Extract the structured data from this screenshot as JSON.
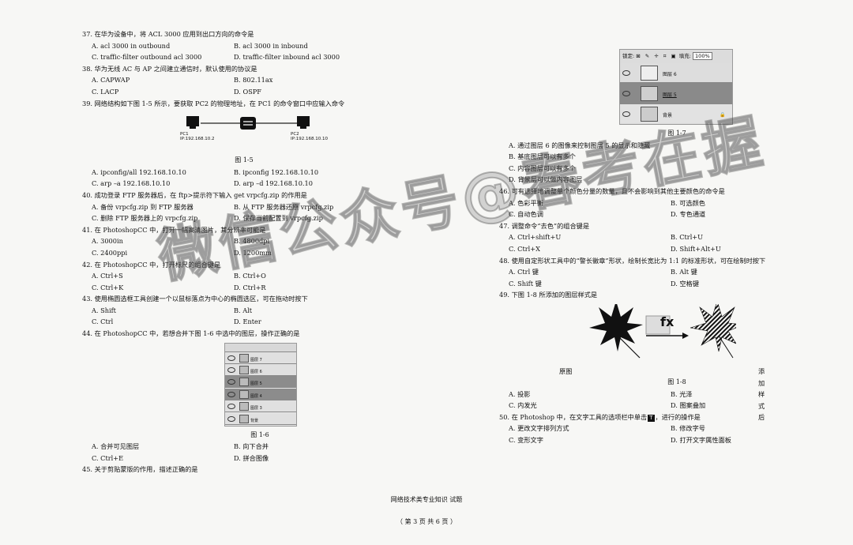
{
  "q37": {
    "stem": "37. 在华为设备中，将 ACL 3000 应用到出口方向的命令是",
    "a": "A. acl 3000 in outbound",
    "b": "B. acl 3000 in inbound",
    "c": "C. traffic-filter outbound acl 3000",
    "d": "D. traffic-filter inbound acl 3000"
  },
  "q38": {
    "stem": "38. 华为无线 AC 与 AP 之间建立通信时，默认使用的协议是",
    "a": "A. CAPWAP",
    "b": "B. 802.11ax",
    "c": "C. LACP",
    "d": "D. OSPF"
  },
  "q39": {
    "stem": "39. 网络结构如下图 1-5 所示，要获取 PC2 的物理地址，在 PC1 的命令窗口中应输入命令",
    "a": "A. ipconfig/all 192.168.10.10",
    "b": "B. ipconfig 192.168.10.10",
    "c": "C. arp –a 192.168.10.10",
    "d": "D. arp –d 192.168.10.10"
  },
  "fig15": {
    "pc1": "PC1",
    "pc1_ip": "IP:192.168.10.2",
    "pc2": "PC2",
    "pc2_ip": "IP:192.168.10.10",
    "caption": "图 1-5"
  },
  "q40": {
    "stem": "40. 成功登录 FTP 服务器后，在 ftp>提示符下输入 get vrpcfg.zip 的作用是",
    "a": "A. 备份 vrpcfg.zip 到 FTP 服务器",
    "b": "B. 从 FTP 服务器还原 vrpcfg.zip",
    "c": "C. 删除 FTP 服务器上的 vrpcfg.zip",
    "d": "D. 保存当前配置到 vrpcfg.zip"
  },
  "q41": {
    "stem": "41. 在 PhotoshopCC 中，打开一幅高清图片，其分辨率可能是",
    "a": "A. 3000in",
    "b": "B. 4800dpi",
    "c": "C. 2400ppi",
    "d": "D. 1200mm"
  },
  "q42": {
    "stem": "42. 在 PhotoshopCC 中，打开标尺的组合键是",
    "a": "A. Ctrl+S",
    "b": "B. Ctrl+O",
    "c": "C. Ctrl+K",
    "d": "D. Ctrl+R"
  },
  "q43": {
    "stem": "43. 使用椭圆选框工具创建一个以鼠标落点为中心的椭圆选区，可在拖动时按下",
    "a": "A. Shift",
    "b": "B. Alt",
    "c": "C. Ctrl",
    "d": "D. Enter"
  },
  "q44": {
    "stem": "44. 在 PhotoshopCC 中，若想合并下图 1-6 中选中的图层，操作正确的是",
    "a": "A. 合并可见图层",
    "b": "B. 向下合并",
    "c": "C. Ctrl+E",
    "d": "D. 拼合图像"
  },
  "fig16": {
    "caption": "图 1-6",
    "layers": [
      "图层 7",
      "图层 6",
      "图层 5",
      "图层 4",
      "图层 3",
      "背景"
    ]
  },
  "q45": {
    "stem": "45. 关于剪贴蒙版的作用，描述正确的是"
  },
  "fig17": {
    "lock_label": "锁定:",
    "fill_label": "填充:",
    "fill_value": "100%",
    "layer6": "图层 6",
    "layer5": "图层 5",
    "bg": "背景",
    "caption": "图 1-7"
  },
  "q45opts": {
    "a": "A. 通过图层 6 的图像来控制图层 5 的显示和隐藏",
    "b": "B. 基底图层可以有多个",
    "c": "C. 内容图层可以有多个",
    "d": "D. 背景层可以做内容图层"
  },
  "q46": {
    "stem": "46. 可有选择地调整单个颜色分量的数量，且不会影响到其他主要颜色的命令是",
    "a": "A. 色彩平衡",
    "b": "B. 可选颜色",
    "c": "C. 自动色调",
    "d": "D. 专色通道"
  },
  "q47": {
    "stem": "47. 调整命令“去色”的组合键是",
    "a": "A. Ctrl+shift+U",
    "b": "B. Ctrl+U",
    "c": "C. Ctrl+X",
    "d": "D. Shift+Alt+U"
  },
  "q48": {
    "stem": "48. 使用自定形状工具中的“警长徽章”形状，绘制长宽比为 1:1 的标准形状，可在绘制时按下",
    "a": "A. Ctrl 键",
    "b": "B. Alt 键",
    "c": "C. Shift 键",
    "d": "D. 空格键"
  },
  "q49": {
    "stem": "49. 下图 1-8 所添加的图层样式是",
    "a": "A. 投影",
    "b": "B. 光泽",
    "c": "C. 内发光",
    "d": "D. 图案叠加"
  },
  "fig18": {
    "fx": "fx",
    "orig": "原图",
    "after": "添加样式后",
    "caption": "图 1-8"
  },
  "q50": {
    "stem_pre": "50. 在 Photoshop 中，在文字工具的选项栏中单击",
    "stem_post": "，进行的操作是",
    "icon": "T",
    "a": "A. 更改文字排列方式",
    "b": "B. 修改字号",
    "c": "C. 变形文字",
    "d": "D. 打开文字属性面板"
  },
  "footer": {
    "subject": "网络技术类专业知识 试题",
    "page": "（ 第 3 页 共 6 页 ）"
  },
  "watermark": "微信公众号@春考在握"
}
